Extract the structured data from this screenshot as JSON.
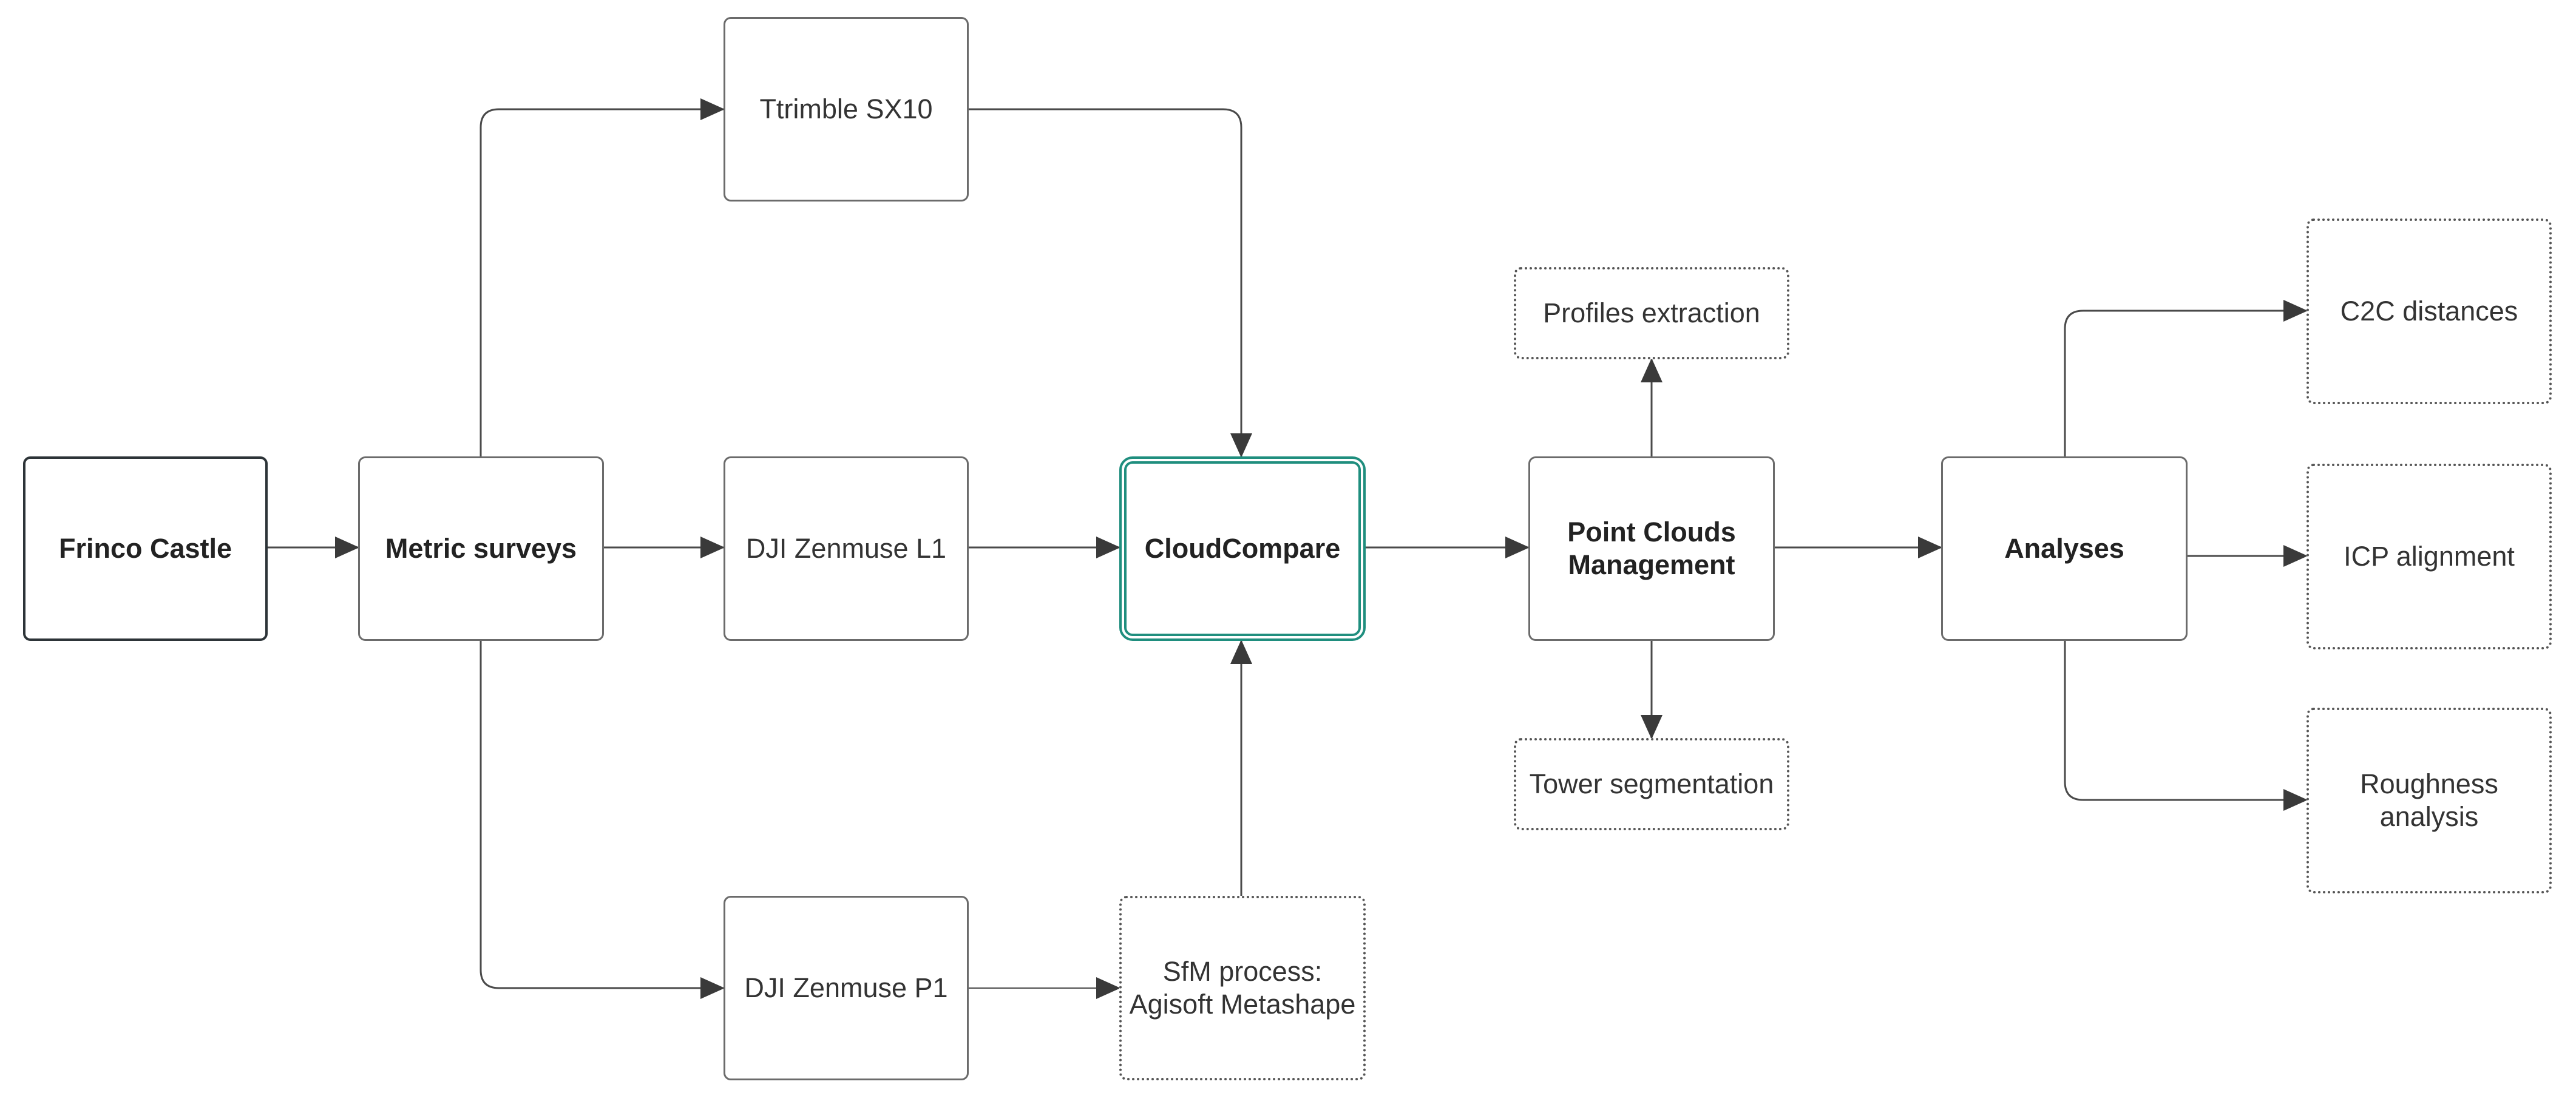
{
  "nodes": {
    "frinco": "Frinco Castle",
    "metric": "Metric surveys",
    "trimble": "Ttrimble SX10",
    "l1": "DJI Zenmuse L1",
    "p1": "DJI Zenmuse P1",
    "sfm": "SfM process:\nAgisoft Metashape",
    "cloudcompare": "CloudCompare",
    "pcm": "Point Clouds\nManagement",
    "profiles": "Profiles extraction",
    "tower": "Tower segmentation",
    "analyses": "Analyses",
    "c2c": "C2C distances",
    "icp": "ICP alignment",
    "roughness": "Roughness\nanalysis"
  },
  "colors": {
    "edge": "#4a4a4a",
    "accent": "#1f8e7e"
  }
}
